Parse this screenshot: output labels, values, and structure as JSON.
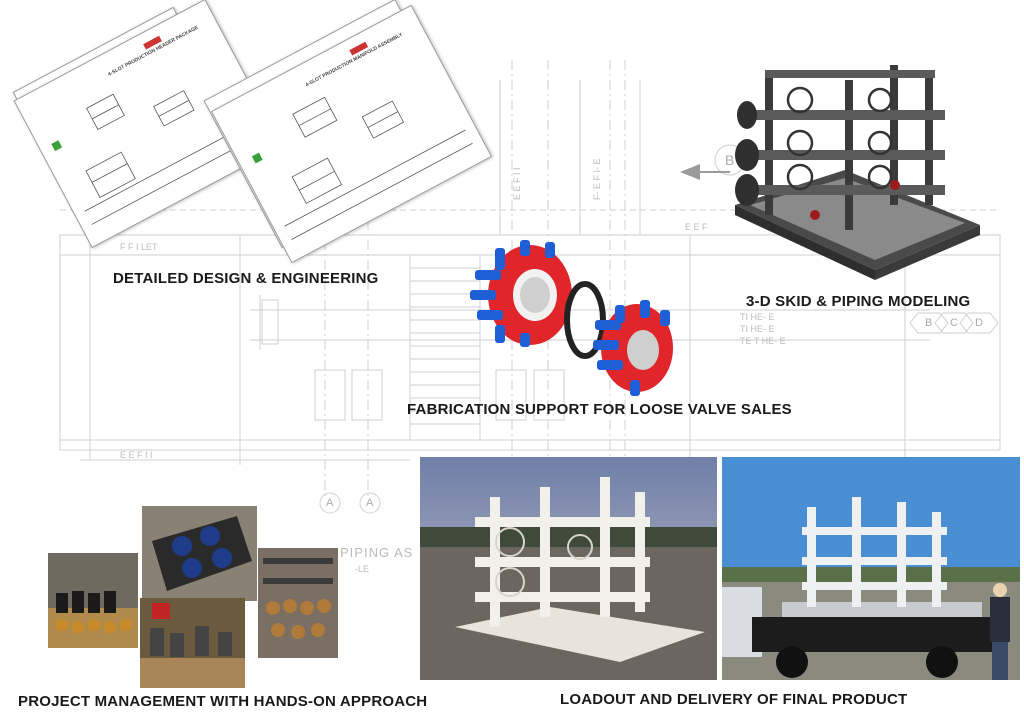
{
  "captions": {
    "design": "DETAILED DESIGN & ENGINEERING",
    "modeling": "3-D SKID & PIPING MODELING",
    "fabrication": "FABRICATION SUPPORT FOR LOOSE VALVE SALES",
    "project": "PROJECT MANAGEMENT WITH HANDS-ON APPROACH",
    "loadout": "LOADOUT AND DELIVERY OF FINAL PRODUCT"
  },
  "drawing_labels": {
    "callout_a1": "A",
    "callout_a2": "A",
    "callout_b": "B",
    "callout_b2": "B",
    "callout_c": "C",
    "callout_d": "D",
    "piping_title": "PIPING AS",
    "piping_sub": "-LE"
  },
  "sheets": {
    "sheet1_title": "4-SLOT PRODUCTION HEADER PACKAGE",
    "sheet2_title": "4-SLOT PRODUCTION MANIFOLD ASSEMBLY"
  },
  "colors": {
    "flange_red": "#e0262b",
    "bolt_blue": "#1f5fd6",
    "skid_gray": "#6b6b6b",
    "drawing_line": "#c9c9c9"
  }
}
